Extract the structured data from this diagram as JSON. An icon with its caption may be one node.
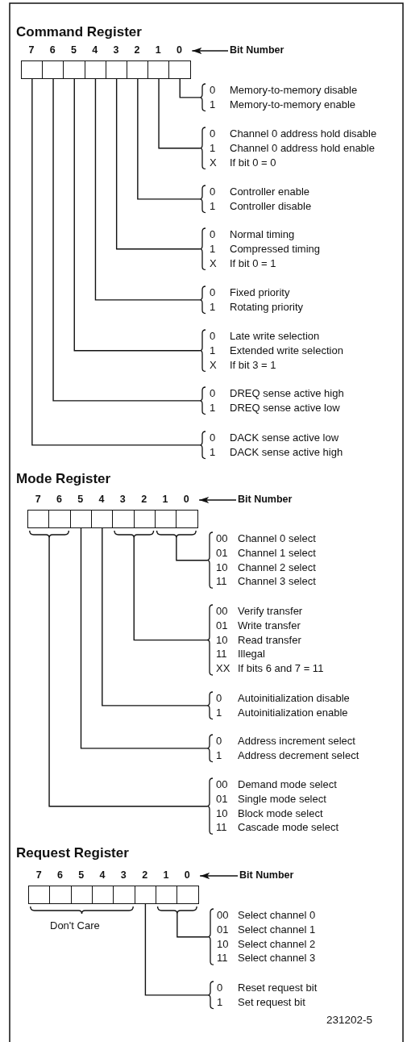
{
  "diagram": {
    "nodes": [
      {
        "text": [
          "Bit Number"
        ]
      },
      {
        "text": [],
        "shape": "box"
      },
      {
        "text": [],
        "shape": "box"
      },
      {
        "text": [],
        "shape": "box"
      },
      {
        "text": [],
        "shape": "box"
      },
      {
        "text": [],
        "shape": "box"
      },
      {
        "text": [],
        "shape": "box"
      },
      {
        "text": [],
        "shape": "box"
      },
      {
        "text": [],
        "shape": "box"
      },
      {
        "text": [
          "0",
          "Memory-to-memory disable",
          "1",
          "Memory-to-memory enable"
        ]
      },
      {
        "text": [
          "0",
          "Channel 0 address hold disable",
          "1",
          "Channel 0 address hold enable",
          "X",
          "If bit 0 = 0"
        ]
      },
      {
        "text": [
          "0",
          "Controller enable",
          "1",
          "Controller disable"
        ]
      },
      {
        "text": [
          "0",
          "Normal timing",
          "1",
          "Compressed timing",
          "X",
          "If bit 0 = 1"
        ]
      },
      {
        "text": [
          "0",
          "Fixed priority",
          "1",
          "Rotating priority"
        ]
      },
      {
        "text": [
          "0",
          "Late write selection",
          "1",
          "Extended write selection",
          "X",
          "If bit 3 = 1"
        ]
      },
      {
        "text": [
          "0",
          "DREQ sense active high",
          "1",
          "DREQ sense active low"
        ]
      },
      {
        "text": [
          "0",
          "DACK sense active low",
          "1",
          "DACK sense active high"
        ]
      },
      {
        "text": [
          "Bit Number"
        ]
      },
      {
        "text": [],
        "shape": "box"
      },
      {
        "text": [],
        "shape": "box"
      },
      {
        "text": [],
        "shape": "box"
      },
      {
        "text": [],
        "shape": "box"
      },
      {
        "text": [],
        "shape": "box"
      },
      {
        "text": [],
        "shape": "box"
      },
      {
        "text": [],
        "shape": "box"
      },
      {
        "text": [],
        "shape": "box"
      },
      {
        "text": [
          "00",
          "Channel 0 select",
          "01",
          "Channel 1 select",
          "10",
          "Channel 2 select",
          "11",
          "Channel 3 select"
        ]
      },
      {
        "text": [
          "00",
          "Verify transfer",
          "01",
          "Write transfer",
          "10",
          "Read transfer",
          "11",
          "Illegal",
          "XX",
          "If bits 6 and 7 = 11"
        ]
      },
      {
        "text": [
          "0",
          "Autoinitialization disable",
          "1",
          "Autoinitialization enable"
        ]
      },
      {
        "text": [
          "0",
          "Address increment select",
          "1",
          "Address decrement select"
        ]
      },
      {
        "text": [
          "00",
          "Demand mode select",
          "01",
          "Single mode select",
          "10",
          "Block mode select",
          "11",
          "Cascade mode select"
        ]
      },
      {
        "text": [
          "Bit Number"
        ]
      },
      {
        "text": [],
        "shape": "box"
      },
      {
        "text": [],
        "shape": "box"
      },
      {
        "text": [],
        "shape": "box"
      },
      {
        "text": [],
        "shape": "box"
      },
      {
        "text": [],
        "shape": "box"
      },
      {
        "text": [],
        "shape": "box"
      },
      {
        "text": [],
        "shape": "box"
      },
      {
        "text": [],
        "shape": "box"
      },
      {
        "text": [
          "00",
          "Select channel 0",
          "01",
          "Select channel 1",
          "10",
          "Select channel 2",
          "11",
          "Select channel 3"
        ]
      },
      {
        "text": [
          "0",
          "Reset request bit",
          "1",
          "Set request bit"
        ]
      }
    ],
    "edges": [
      {
        "from": 0,
        "to": 8,
        "arrow": "to"
      },
      {
        "from": 8,
        "to": 9,
        "arrow": "none"
      },
      {
        "from": 7,
        "to": 10,
        "arrow": "none"
      },
      {
        "from": 6,
        "to": 11,
        "arrow": "none"
      },
      {
        "from": 5,
        "to": 12,
        "arrow": "none"
      },
      {
        "from": 4,
        "to": 13,
        "arrow": "none"
      },
      {
        "from": 3,
        "to": 14,
        "arrow": "none"
      },
      {
        "from": 2,
        "to": 15,
        "arrow": "none"
      },
      {
        "from": 1,
        "to": 16,
        "arrow": "none"
      },
      {
        "from": 17,
        "to": 25,
        "arrow": "to"
      },
      {
        "from": 24,
        "to": 26,
        "arrow": "none"
      },
      {
        "from": 25,
        "to": 26,
        "arrow": "none"
      },
      {
        "from": 22,
        "to": 27,
        "arrow": "none"
      },
      {
        "from": 23,
        "to": 27,
        "arrow": "none"
      },
      {
        "from": 21,
        "to": 28,
        "arrow": "none"
      },
      {
        "from": 20,
        "to": 29,
        "arrow": "none"
      },
      {
        "from": 18,
        "to": 30,
        "arrow": "none"
      },
      {
        "from": 19,
        "to": 30,
        "arrow": "none"
      },
      {
        "from": 31,
        "to": 39,
        "arrow": "to"
      },
      {
        "from": 38,
        "to": 40,
        "arrow": "none"
      },
      {
        "from": 39,
        "to": 40,
        "arrow": "none"
      },
      {
        "from": 37,
        "to": 41,
        "arrow": "none"
      }
    ],
    "labels": [
      "Command Register",
      "7",
      "6",
      "5",
      "4",
      "3",
      "2",
      "1",
      "0",
      "Mode Register",
      "7",
      "6",
      "5",
      "4",
      "3",
      "2",
      "1",
      "0",
      "Request Register",
      "7",
      "6",
      "5",
      "4",
      "3",
      "2",
      "1",
      "0",
      "Don't Care",
      "231202-5"
    ]
  }
}
